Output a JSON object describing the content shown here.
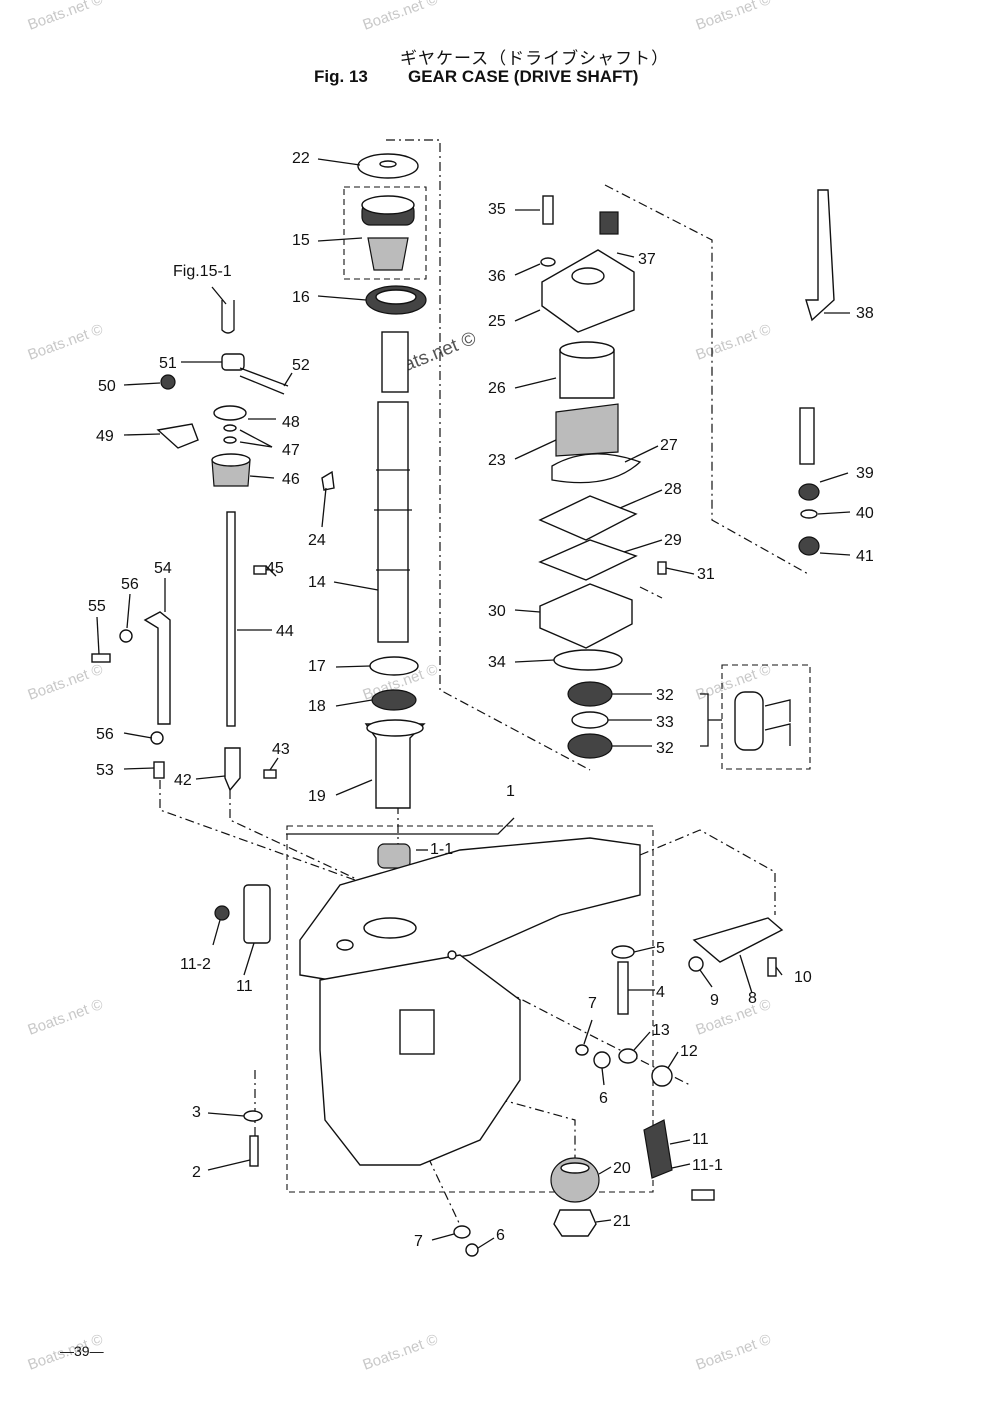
{
  "header": {
    "title_jp": "ギヤケース（ドライブシャフト）",
    "fig_number": "Fig. 13",
    "title_en": "GEAR CASE (DRIVE SHAFT)"
  },
  "reference": "Fig.15-1",
  "watermark": "Boats.net ©",
  "page_number": "—39—",
  "labels": {
    "l1": "1",
    "l1_1": "1-1",
    "l2": "2",
    "l3": "3",
    "l4": "4",
    "l5": "5",
    "l6a": "6",
    "l6b": "6",
    "l7a": "7",
    "l7b": "7",
    "l8": "8",
    "l9": "9",
    "l10": "10",
    "l11a": "11",
    "l11b": "11",
    "l11_1": "11-1",
    "l11_2": "11-2",
    "l12": "12",
    "l13": "13",
    "l14": "14",
    "l15": "15",
    "l16": "16",
    "l17": "17",
    "l18": "18",
    "l19": "19",
    "l20": "20",
    "l21": "21",
    "l22": "22",
    "l23": "23",
    "l24": "24",
    "l25": "25",
    "l26": "26",
    "l27": "27",
    "l28": "28",
    "l29": "29",
    "l30": "30",
    "l31": "31",
    "l32a": "32",
    "l32b": "32",
    "l33": "33",
    "l34": "34",
    "l35": "35",
    "l36": "36",
    "l37": "37",
    "l38": "38",
    "l39": "39",
    "l40": "40",
    "l41": "41",
    "l42": "42",
    "l43": "43",
    "l44": "44",
    "l45": "45",
    "l46": "46",
    "l47": "47",
    "l48": "48",
    "l49": "49",
    "l50": "50",
    "l51": "51",
    "l52": "52",
    "l53": "53",
    "l54": "54",
    "l55": "55",
    "l56a": "56",
    "l56b": "56"
  }
}
